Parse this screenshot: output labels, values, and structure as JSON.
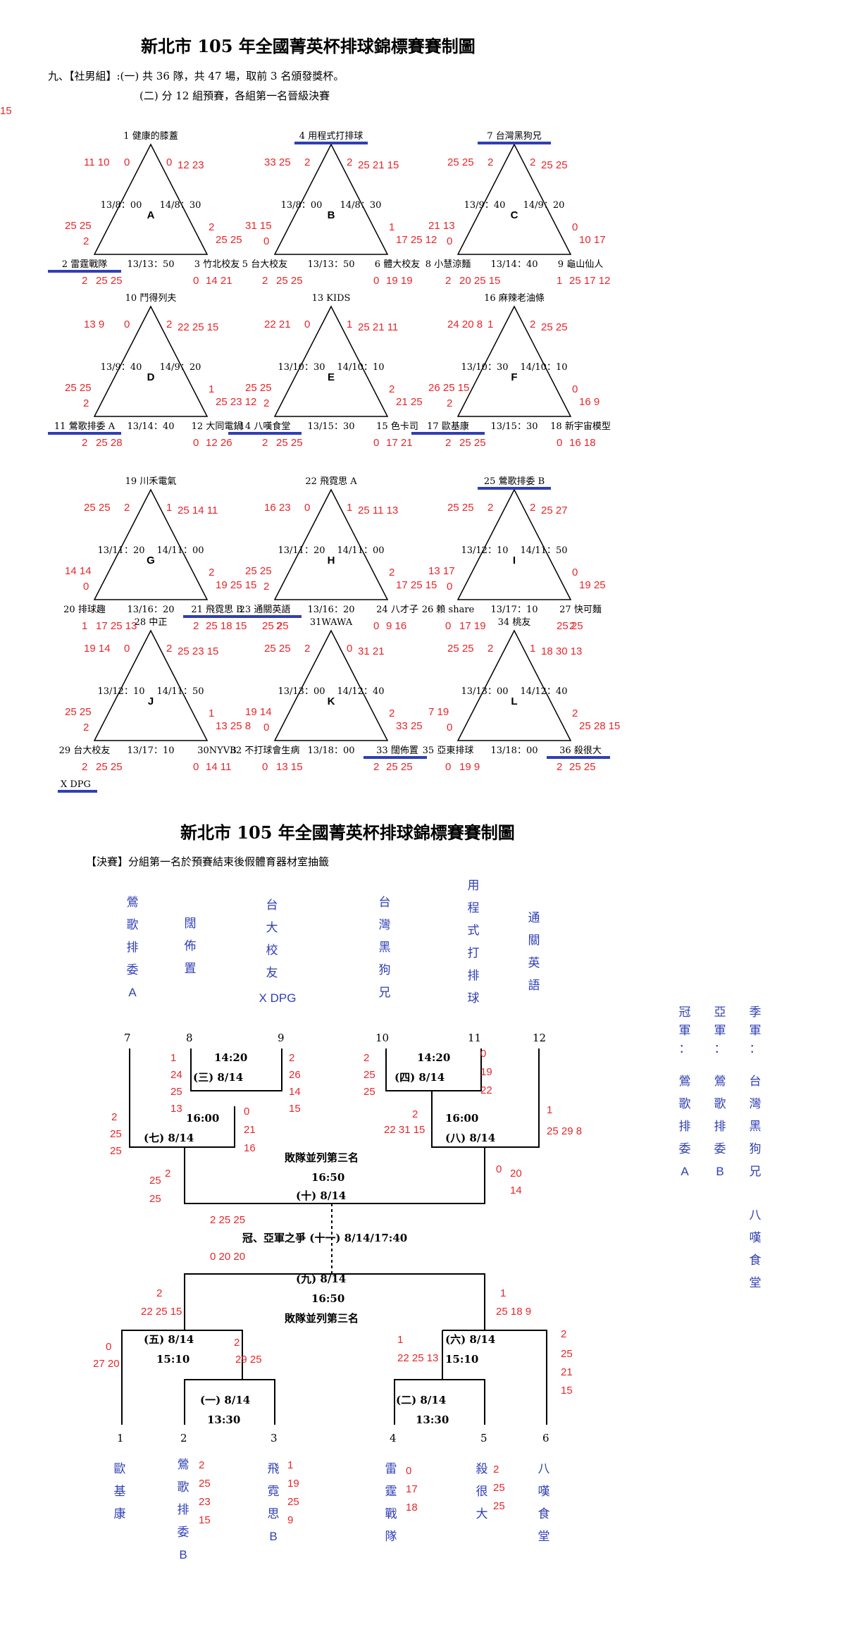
{
  "title": "新北市 105 年全國菁英杯排球錦標賽賽制圖",
  "intro": {
    "line1": "九、【社男組】:(一) 共 36 隊，共 47 場，取前 3 名頒發獎杯。",
    "line2": "(二) 分 12 組預賽，各組第一名晉級決賽",
    "margin_mark": "15"
  },
  "groups": [
    {
      "label": "A",
      "top": "1 健康的膝蓋",
      "left": "2 雷霆戰隊",
      "right": "3 竹北校友",
      "time_l": "13/8：00",
      "time_r": "14/8：30",
      "time_b": "13/13：50",
      "sc_top_l": "11 10",
      "sc_top_l2": "0",
      "sc_top_r": "0",
      "sc_top_r2": "12 23",
      "sc_l_n": "25 25",
      "sc_l_w": "2",
      "sc_r_w": "2",
      "sc_r_n": "25 25",
      "sc_b_l": "2",
      "sc_b_l2": "25 25",
      "sc_b_r": "0",
      "sc_b_r2": "14 21"
    },
    {
      "label": "B",
      "top": "4 用程式打排球",
      "left": "5 台大校友",
      "right": "6 體大校友",
      "time_l": "13/8：00",
      "time_r": "14/8：30",
      "time_b": "13/13：50",
      "sc_top_l": "33 25",
      "sc_top_l2": "2",
      "sc_top_r": "2",
      "sc_top_r2": "25 21 15",
      "sc_l_n": "31 15",
      "sc_l_w": "0",
      "sc_r_w": "1",
      "sc_r_n": "17 25 12",
      "sc_b_l": "2",
      "sc_b_l2": "25 25",
      "sc_b_r": "0",
      "sc_b_r2": "19 19"
    },
    {
      "label": "C",
      "top": "7 台灣黑狗兄",
      "left": "8 小慧涼麵",
      "right": "9 龜山仙人",
      "time_l": "13/9：40",
      "time_r": "14/9：20",
      "time_b": "13/14：40",
      "sc_top_l": "25 25",
      "sc_top_l2": "2",
      "sc_top_r": "2",
      "sc_top_r2": "25 25",
      "sc_l_n": "21 13",
      "sc_l_w": "0",
      "sc_r_w": "0",
      "sc_r_n": "10 17",
      "sc_b_l": "2",
      "sc_b_l2": "20 25 15",
      "sc_b_r": "1",
      "sc_b_r2": "25 17 12"
    },
    {
      "label": "D",
      "top": "10 鬥得列夫",
      "left": "11 鶯歌排委 A",
      "right": "12 大同電鍋",
      "time_l": "13/9：40",
      "time_r": "14/9：20",
      "time_b": "13/14：40",
      "sc_top_l": "13 9",
      "sc_top_l2": "0",
      "sc_top_r": "2",
      "sc_top_r2": "22 25 15",
      "sc_l_n": "25 25",
      "sc_l_w": "2",
      "sc_r_w": "1",
      "sc_r_n": "25 23 12",
      "sc_b_l": "2",
      "sc_b_l2": "25 28",
      "sc_b_r": "0",
      "sc_b_r2": "12 26"
    },
    {
      "label": "E",
      "top": "13 KIDS",
      "left": "14 八嘆食堂",
      "right": "15 色卡司",
      "time_l": "13/10：30",
      "time_r": "14/10：10",
      "time_b": "13/15：30",
      "sc_top_l": "22 21",
      "sc_top_l2": "0",
      "sc_top_r": "1",
      "sc_top_r2": "25 21 11",
      "sc_l_n": "25 25",
      "sc_l_w": "2",
      "sc_r_w": "2",
      "sc_r_n": "21 25",
      "sc_b_l": "2",
      "sc_b_l2": "25 25",
      "sc_b_r": "0",
      "sc_b_r2": "17 21"
    },
    {
      "label": "F",
      "top": "16 麻辣老油條",
      "left": "17 歐基康",
      "right": "18 新宇宙模型",
      "time_l": "13/10：30",
      "time_r": "14/10：10",
      "time_b": "13/15：30",
      "sc_top_l": "24 20 8",
      "sc_top_l2": "1",
      "sc_top_r": "2",
      "sc_top_r2": "25 25",
      "sc_l_n": "26 25 15",
      "sc_l_w": "2",
      "sc_r_w": "0",
      "sc_r_n": "16 9",
      "sc_b_l": "2",
      "sc_b_l2": "25 25",
      "sc_b_r": "0",
      "sc_b_r2": "16 18"
    },
    {
      "label": "G",
      "top": "19 川禾電氣",
      "left": "20 排球趣",
      "right": "21 飛霓思 B",
      "time_l": "13/11：20",
      "time_r": "14/11：00",
      "time_b": "13/16：20",
      "sc_top_l": "25 25",
      "sc_top_l2": "2",
      "sc_top_r": "1",
      "sc_top_r2": "25 14 11",
      "sc_l_n": "14 14",
      "sc_l_w": "0",
      "sc_r_w": "2",
      "sc_r_n": "19 25 15",
      "sc_b_l": "1",
      "sc_b_l2": "17 25 13",
      "sc_b_r": "2",
      "sc_b_r2": "25 18 15"
    },
    {
      "label": "H",
      "top": "22 飛霓思 A",
      "left": "23 通關英語",
      "right": "24 八才子",
      "time_l": "13/11：20",
      "time_r": "14/11：00",
      "time_b": "13/16：20",
      "sc_top_l": "16 23",
      "sc_top_l2": "0",
      "sc_top_r": "1",
      "sc_top_r2": "25 11 13",
      "sc_l_n": "25 25",
      "sc_l_w": "2",
      "sc_r_w": "2",
      "sc_r_n": "17 25 15",
      "sc_b_l": "25 25",
      "sc_b_l2": "2",
      "sc_b_r": "0",
      "sc_b_r2": "9 16"
    },
    {
      "label": "I",
      "top": "25 鶯歌排委 B",
      "left": "26 賴 share",
      "right": "27 快可麵",
      "time_l": "13/12：10",
      "time_r": "14/11：50",
      "time_b": "13/17：10",
      "sc_top_l": "25 25",
      "sc_top_l2": "2",
      "sc_top_r": "2",
      "sc_top_r2": "25 27",
      "sc_l_n": "13 17",
      "sc_l_w": "0",
      "sc_r_w": "0",
      "sc_r_n": "19 25",
      "sc_b_l": "0",
      "sc_b_l2": "17 19",
      "sc_b_r": "25 25",
      "sc_b_r2": "2"
    },
    {
      "label": "J",
      "top": "28 中正",
      "left": "29 台大校友",
      "right": "30NYVB",
      "time_l": "13/12：10",
      "time_r": "14/11：50",
      "time_b": "13/17：10",
      "sc_top_l": "19 14",
      "sc_top_l2": "0",
      "sc_top_r": "2",
      "sc_top_r2": "25 23 15",
      "sc_l_n": "25 25",
      "sc_l_w": "2",
      "sc_r_w": "1",
      "sc_r_n": "13 25 8",
      "sc_b_l": "2",
      "sc_b_l2": "25 25",
      "sc_b_r": "0",
      "sc_b_r2": "14 11",
      "sub": "X DPG"
    },
    {
      "label": "K",
      "top": "31WAWA",
      "left": "32 不打球會生病",
      "right": "33 闊佈置",
      "time_l": "13/13：00",
      "time_r": "14/12：40",
      "time_b": "13/18：00",
      "sc_top_l": "25 25",
      "sc_top_l2": "2",
      "sc_top_r": "0",
      "sc_top_r2": "31 21",
      "sc_l_n": "19 14",
      "sc_l_w": "0",
      "sc_r_w": "2",
      "sc_r_n": "33 25",
      "sc_b_l": "0",
      "sc_b_l2": "13 15",
      "sc_b_r": "2",
      "sc_b_r2": "25 25"
    },
    {
      "label": "L",
      "top": "34 桃友",
      "left": "35 亞東排球",
      "right": "36 殺很大",
      "time_l": "13/13：00",
      "time_r": "14/12：40",
      "time_b": "13/18：00",
      "sc_top_l": "25 25",
      "sc_top_l2": "2",
      "sc_top_r": "1",
      "sc_top_r2": "18 30 13",
      "sc_l_n": "7 19",
      "sc_l_w": "0",
      "sc_r_w": "2",
      "sc_r_n": "25 28 15",
      "sc_b_l": "0",
      "sc_b_l2": "19 9",
      "sc_b_r": "2",
      "sc_b_r2": "25 25"
    }
  ],
  "final": {
    "title": "新北市 105 年全國菁英杯排球錦標賽賽制圖",
    "subtitle": "【決賽】分組第一名於預賽結束後假體育器材室抽籤",
    "top_names": [
      "鶯歌排委A",
      "闊佈置",
      "台大校友",
      "X DPG",
      "台灣黑狗兄",
      "用程式打排球",
      "通關英語"
    ],
    "bottom_names": [
      "歐基康",
      "鶯歌排委B",
      "飛霓思B",
      "雷霆戰隊",
      "殺很大",
      "八嘆食堂"
    ],
    "top_numbers": [
      "7",
      "8",
      "9",
      "10",
      "11",
      "12"
    ],
    "bottom_numbers": [
      "1",
      "2",
      "3",
      "4",
      "5",
      "6"
    ],
    "matches": {
      "m3": {
        "time": "14:20",
        "label": "(三) 8/14"
      },
      "m4": {
        "time": "14:20",
        "label": "(四) 8/14"
      },
      "m7": {
        "time": "16:00",
        "label": "(七) 8/14"
      },
      "m8": {
        "time": "16:00",
        "label": "(八) 8/14"
      },
      "m10": {
        "label1": "敗隊並列第三名",
        "time": "16:50",
        "label": "(十) 8/14"
      },
      "m11": {
        "label": "冠、亞軍之爭 (十一) 8/14/17:40"
      },
      "m9": {
        "label": "(九) 8/14",
        "time": "16:50",
        "label2": "敗隊並列第三名"
      },
      "m5": {
        "label": "(五) 8/14",
        "time": "15:10"
      },
      "m6": {
        "label": "(六) 8/14",
        "time": "15:10"
      },
      "m1": {
        "label": "(一) 8/14",
        "time": "13:30"
      },
      "m2": {
        "label": "(二) 8/14",
        "time": "13:30"
      }
    },
    "scores": {
      "s7": "2",
      "s7b": "25",
      "s7c": "25",
      "s8": "1",
      "s8b": "24",
      "s8c": "25",
      "s8d": "13",
      "s9": "2",
      "s9b": "26",
      "s9c": "14",
      "s9d": "15",
      "s9e": "0",
      "s9f": "21",
      "s9g": "16",
      "s10": "2",
      "s10b": "25",
      "s10c": "25",
      "s11": "0",
      "s11b": "19",
      "s11c": "22",
      "s11e": "2",
      "s11f": "22 31 15",
      "s12": "1",
      "s12b": "25 29 8",
      "sL": "2",
      "sLb": "25",
      "sLc": "25",
      "sR": "0",
      "sRb": "20",
      "sRc": "14",
      "sFin1": "2 25 25",
      "sFin2": "0 20 20",
      "sB9l": "2",
      "sB9lb": "22 25 15",
      "sB9r": "1",
      "sB9rb": "25 18 9",
      "s1": "0",
      "s1b": "27 20",
      "s5r": "2",
      "s5rb": "29 25",
      "s4": "1",
      "s4b": "22 25 13",
      "s6": "2",
      "s6b": "25",
      "s6c": "21",
      "s6d": "15",
      "b2": "2",
      "b2b": "25",
      "b2c": "23",
      "b2d": "15",
      "b3": "1",
      "b3b": "19",
      "b3c": "25",
      "b3d": "9",
      "b4": "0",
      "b4b": "17",
      "b4c": "18",
      "b5": "2",
      "b5b": "25",
      "b5c": "25"
    },
    "results": {
      "champion_label": "冠軍：",
      "champion": "鶯歌排委A",
      "runner_label": "亞軍：",
      "runner": "鶯歌排委B",
      "third_label": "季軍：",
      "third": "台灣黑狗兄",
      "third2": "八嘆食堂"
    }
  },
  "colors": {
    "score_red": "#e8262a",
    "name_blue": "#2f3fb4",
    "underline": "#2f3fb4"
  }
}
